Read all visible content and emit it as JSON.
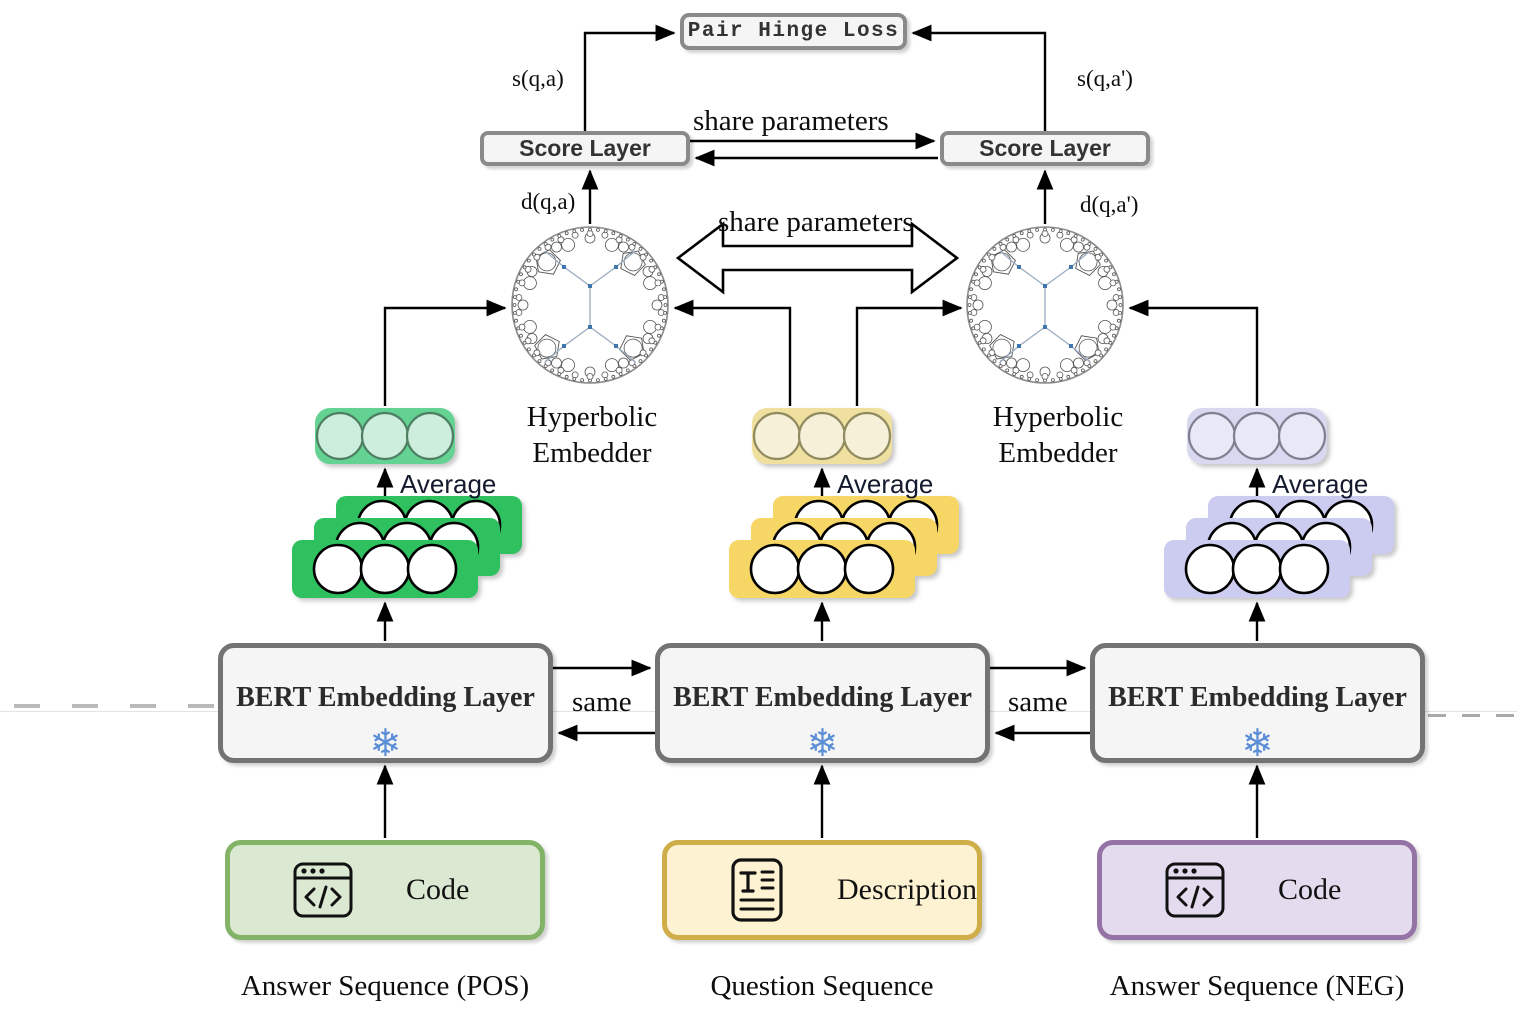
{
  "loss_box": {
    "label": "Pair Hinge Loss"
  },
  "score_layer": {
    "label": "Score Layer"
  },
  "edge_labels": {
    "s_pos": "s(q,a)",
    "s_neg": "s(q,a')",
    "d_pos": "d(q,a)",
    "d_neg": "d(q,a')",
    "share_parameters": "share parameters",
    "same": "same",
    "average": "Average"
  },
  "hyperbolic": {
    "line1": "Hyperbolic",
    "line2": "Embedder"
  },
  "bert": {
    "label": "BERT Embedding Layer",
    "frozen_icon": "snowflake-icon",
    "snowflake_char": "❄"
  },
  "inputs": {
    "pos": {
      "label": "Code",
      "caption": "Answer Sequence (POS)",
      "icon": "code-window-icon"
    },
    "question": {
      "label": "Description",
      "caption": "Question Sequence",
      "icon": "document-text-icon"
    },
    "neg": {
      "label": "Code",
      "caption": "Answer Sequence (NEG)",
      "icon": "code-window-icon"
    }
  },
  "colors": {
    "box-bg": "#f5f5f5",
    "box-border": "#8a8a8a",
    "snowflake": "#5b8ed6",
    "arrow": "#000000",
    "green-stack": "#2fc05f",
    "green-pill": "#63d292",
    "green-pill-circle": "#cdeedd",
    "green-pill-stroke": "#4e7f63",
    "green-input-bg": "#dbe9d3",
    "green-input-border": "#82b366",
    "yellow-stack": "#f6d664",
    "yellow-pill": "#f0e0a0",
    "yellow-pill-circle": "#f6f0d8",
    "yellow-pill-stroke": "#8f8a5f",
    "yellow-input-bg": "#fdf3d3",
    "yellow-input-border": "#cfae49",
    "purple-stack": "#ccccf0",
    "purple-pill": "#d8d8f0",
    "purple-pill-circle": "#e8e8f6",
    "purple-pill-stroke": "#7f7f8f",
    "purple-input-bg": "#e5dbee",
    "purple-input-border": "#9673a6"
  }
}
